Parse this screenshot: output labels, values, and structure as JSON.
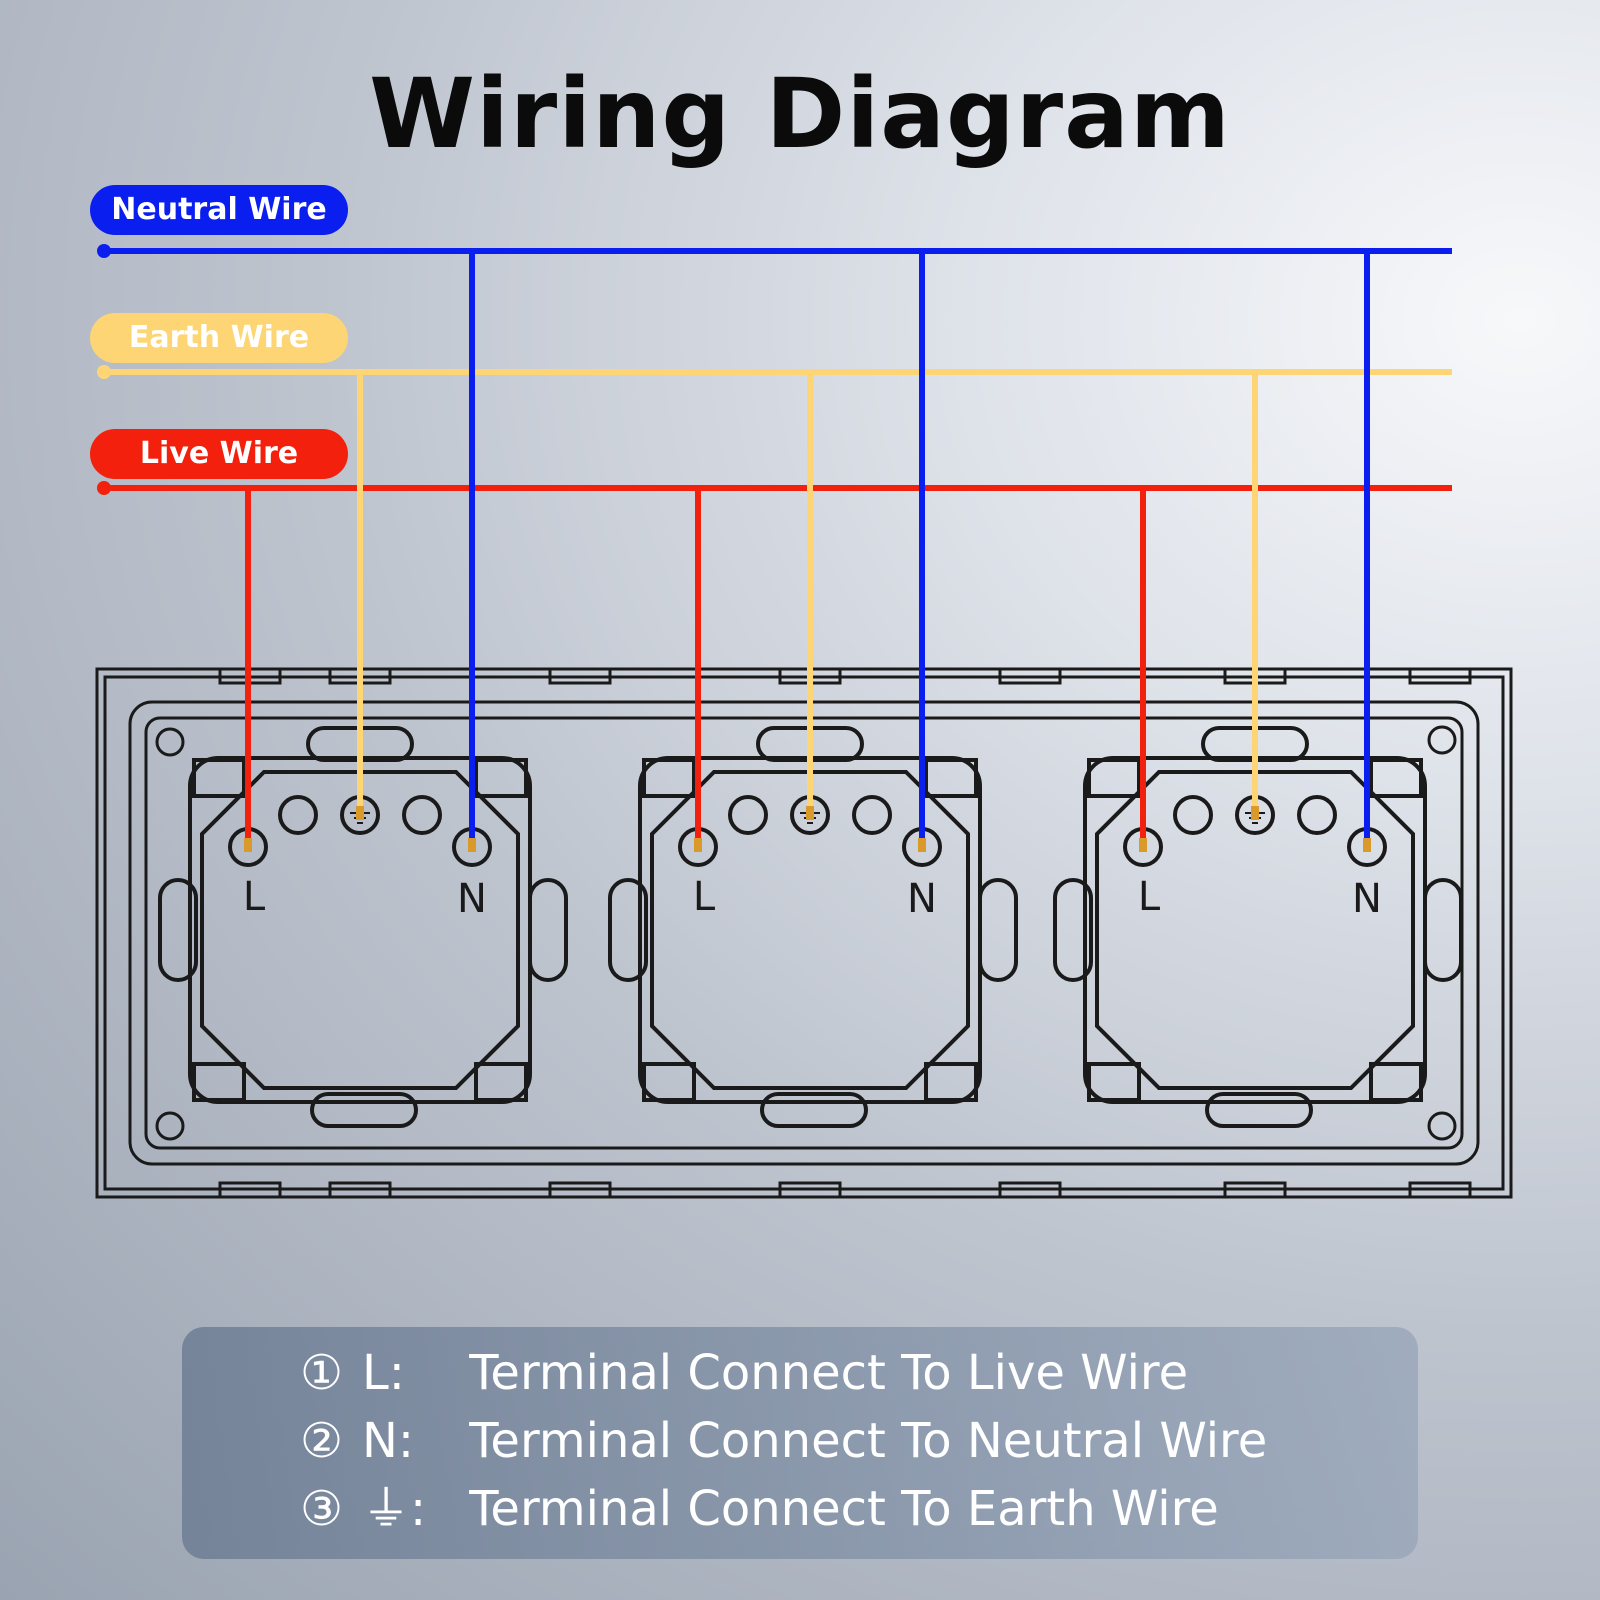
{
  "title": "Wiring Diagram",
  "wires": {
    "neutral": {
      "label": "Neutral Wire",
      "color": "#0a1ef0"
    },
    "earth": {
      "label": "Earth Wire",
      "color": "#fdd574"
    },
    "live": {
      "label": "Live Wire",
      "color": "#f2200c"
    }
  },
  "terminal_labels": {
    "live": "L",
    "neutral": "N"
  },
  "module_count": 3,
  "legend": [
    {
      "number": "①",
      "key": "L:",
      "text": "Terminal Connect To Live Wire"
    },
    {
      "number": "②",
      "key": "N:",
      "text": "Terminal Connect To Neutral Wire"
    },
    {
      "number": "③",
      "key": "⏚:",
      "text": "Terminal Connect To Earth Wire"
    }
  ],
  "colors": {
    "outline": "#1a1a1a",
    "terminal": "#d99a2b"
  },
  "icons": {
    "earth_symbol": "earth-ground-icon"
  }
}
